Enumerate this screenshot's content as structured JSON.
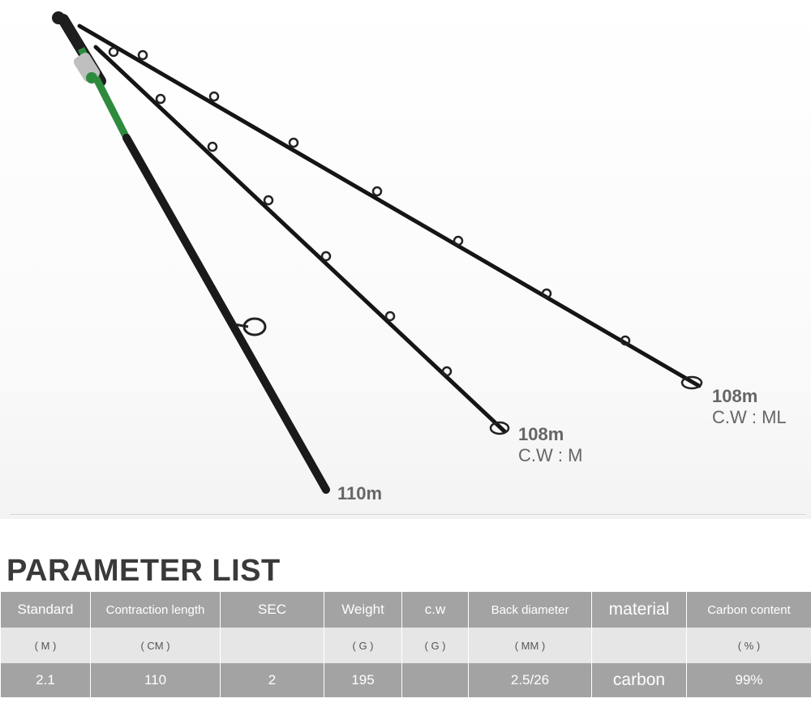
{
  "rod_labels": [
    {
      "length": "110m",
      "cw": ""
    },
    {
      "length": "108m",
      "cw": "C.W : M"
    },
    {
      "length": "108m",
      "cw": "C.W : ML"
    }
  ],
  "parameter_title": "PARAMETER LIST",
  "table": {
    "headers": [
      "Standard",
      "Contraction length",
      "SEC",
      "Weight",
      "c.w",
      "Back diameter",
      "material",
      "Carbon content"
    ],
    "units": [
      "( M )",
      "( CM )",
      "",
      "( G )",
      "( G )",
      "( MM )",
      "",
      "( % )"
    ],
    "values": [
      "2.1",
      "110",
      "2",
      "195",
      "",
      "2.5/26",
      "carbon",
      "99%"
    ]
  },
  "colors": {
    "rod_blank": "#1a1a1a",
    "rod_accent": "#2e8b3e",
    "table_header": "#a3a3a3",
    "table_unit_row": "#e6e6e6"
  }
}
